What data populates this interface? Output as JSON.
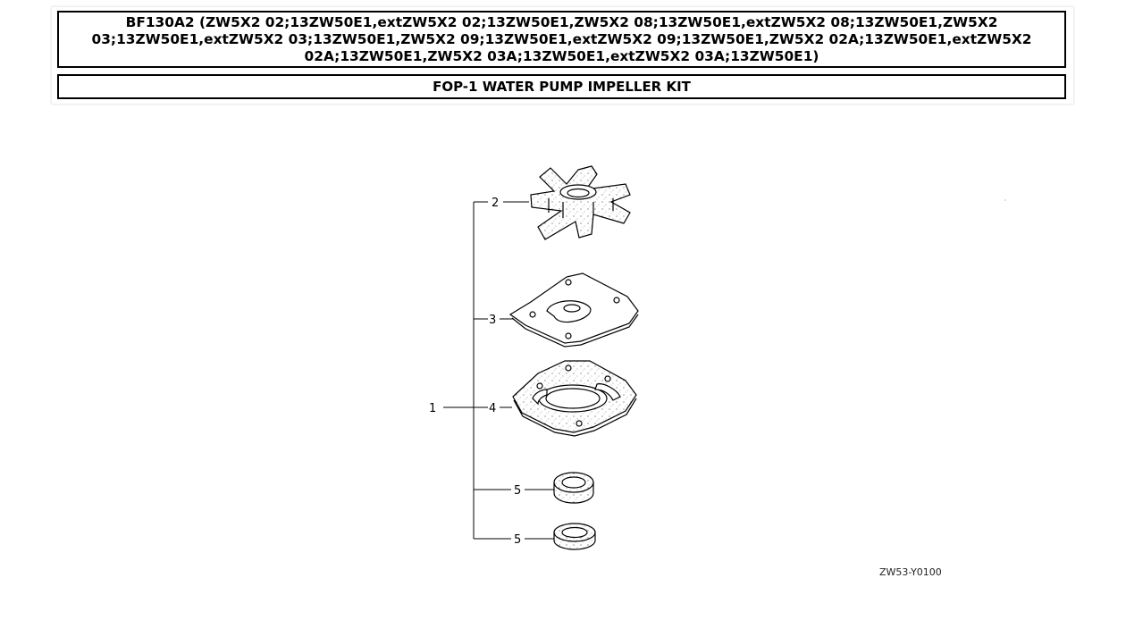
{
  "header": {
    "title": "BF130A2 (ZW5X2 02;13ZW50E1,extZW5X2 02;13ZW50E1,ZW5X2 08;13ZW50E1,extZW5X2 08;13ZW50E1,ZW5X2 03;13ZW50E1,extZW5X2 03;13ZW50E1,ZW5X2 09;13ZW50E1,extZW5X2 09;13ZW50E1,ZW5X2 02A;13ZW50E1,extZW5X2 02A;13ZW50E1,ZW5X2 03A;13ZW50E1,extZW5X2 03A;13ZW50E1)",
    "subtitle": "FOP-1 WATER PUMP IMPELLER KIT"
  },
  "diagram": {
    "callouts": {
      "kit": "1",
      "impeller": "2",
      "plate": "3",
      "gasket": "4",
      "seal_a": "5",
      "seal_b": "5"
    },
    "reference_code": "ZW53-Y0100"
  }
}
